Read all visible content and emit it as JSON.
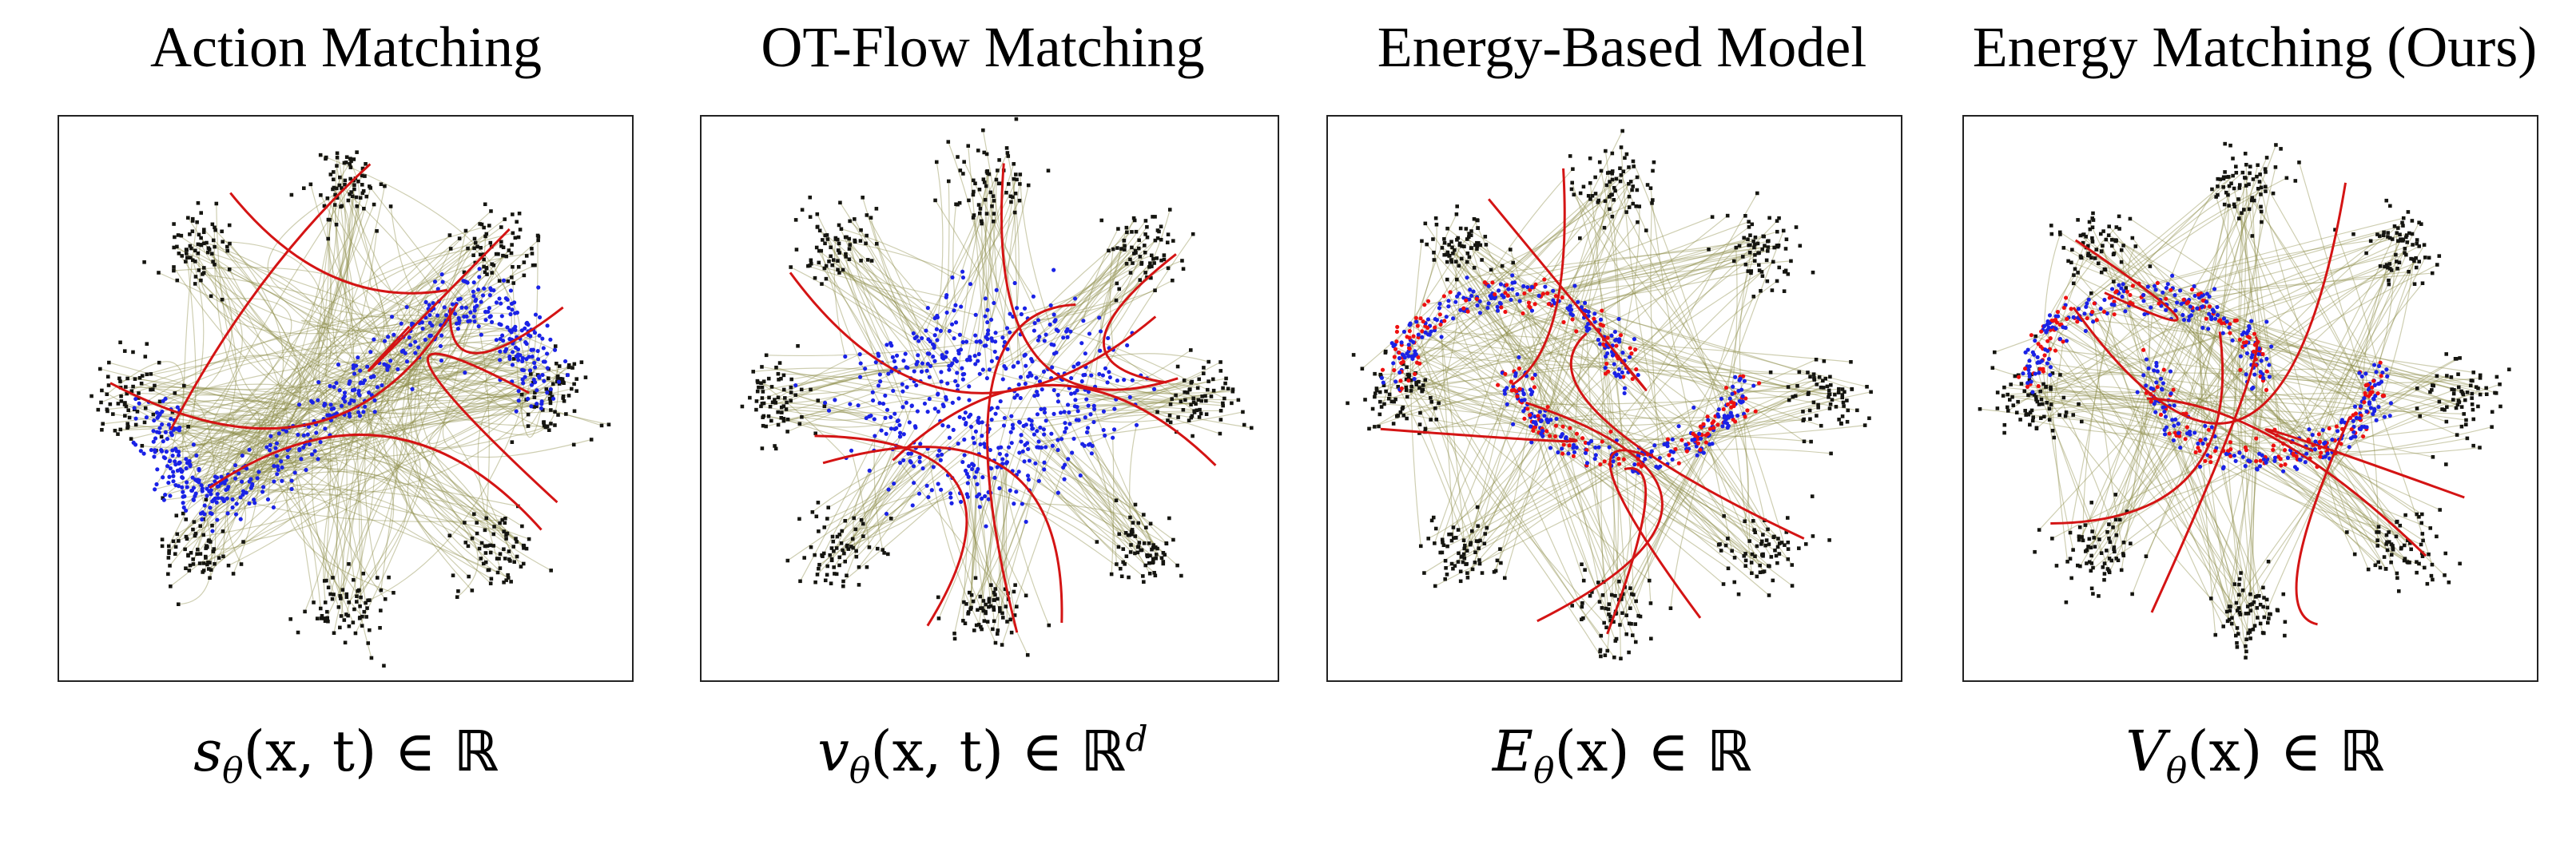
{
  "panels": [
    {
      "id": "action-matching",
      "title": "Action Matching",
      "formula": {
        "fn": "s",
        "sub": "θ",
        "args": "(x, t)",
        "rel": "∈",
        "space": "ℝ",
        "sup": ""
      },
      "target": "chaotic"
    },
    {
      "id": "ot-flow-matching",
      "title": "OT-Flow Matching",
      "formula": {
        "fn": "v",
        "sub": "θ",
        "args": "(x, t)",
        "rel": "∈",
        "space": "ℝ",
        "sup": "d"
      },
      "target": "straight"
    },
    {
      "id": "energy-based-model",
      "title": "Energy-Based Model",
      "formula": {
        "fn": "E",
        "sub": "θ",
        "args": "(x)",
        "rel": "∈",
        "space": "ℝ",
        "sup": ""
      },
      "target": "moons"
    },
    {
      "id": "energy-matching-ours",
      "title": "Energy Matching (Ours)",
      "formula": {
        "fn": "V",
        "sub": "θ",
        "args": "(x)",
        "rel": "∈",
        "space": "ℝ",
        "sup": ""
      },
      "target": "moons"
    }
  ],
  "colors": {
    "source_points": "#151510",
    "trajectories": "#8a8a46",
    "highlight_trajectories": "#d41414",
    "target_points": "#1a22e6",
    "target_red": "#ee1010"
  }
}
